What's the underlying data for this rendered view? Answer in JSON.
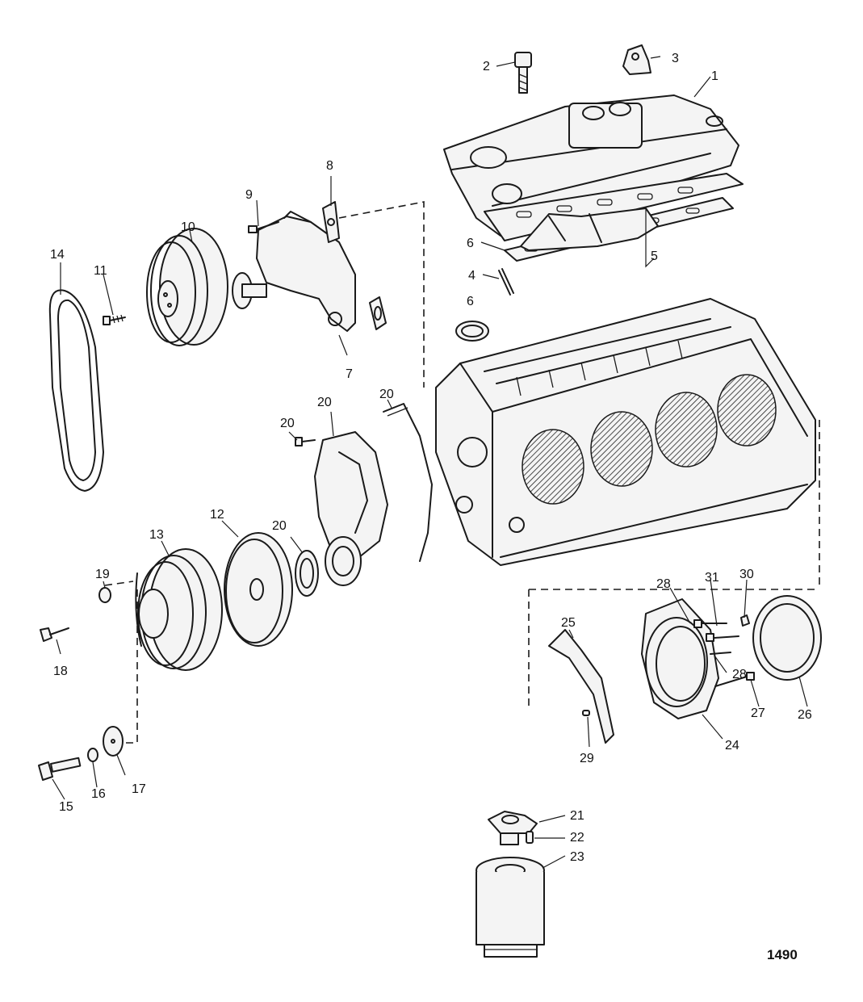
{
  "diagram": {
    "figure_number": "1490",
    "callouts": [
      "1",
      "2",
      "3",
      "4",
      "5",
      "6",
      "6",
      "7",
      "8",
      "9",
      "10",
      "11",
      "12",
      "13",
      "14",
      "15",
      "16",
      "17",
      "18",
      "19",
      "20",
      "20",
      "20",
      "20",
      "21",
      "22",
      "23",
      "24",
      "25",
      "26",
      "27",
      "28",
      "28",
      "29",
      "30",
      "31"
    ]
  },
  "colors": {
    "line": "#1a1a1a",
    "background": "#ffffff"
  }
}
